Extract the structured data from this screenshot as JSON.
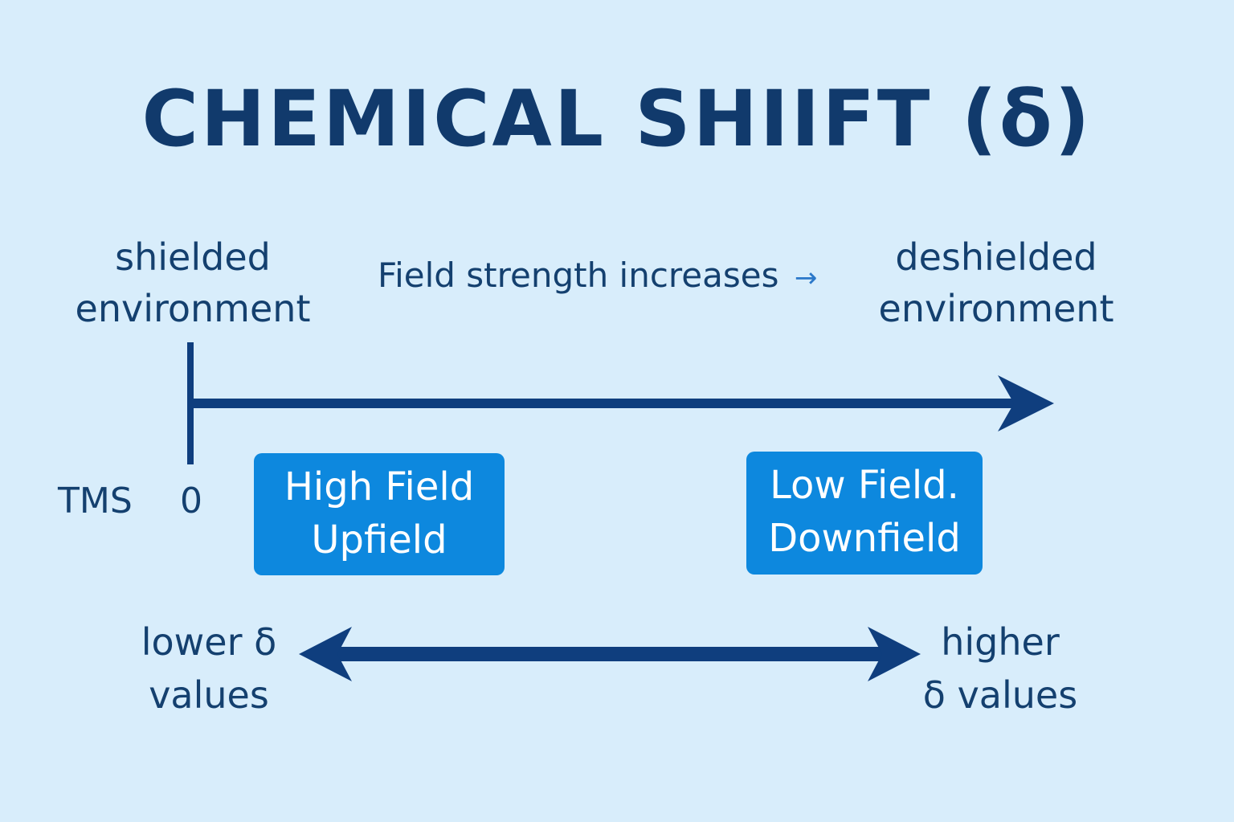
{
  "title": "CHEMICAL SHIIFT (δ)",
  "labels": {
    "left_env_line1": "shielded",
    "left_env_line2": "environment",
    "right_env_line1": "deshielded",
    "right_env_line2": "environment",
    "field_note": "Field strength increases",
    "field_note_arrow": "→",
    "tms": "TMS",
    "zero": "0",
    "lower_line1": "lower δ",
    "lower_line2": "values",
    "higher_line1": "higher",
    "higher_line2": "δ values"
  },
  "boxes": {
    "high_line1": "High Field",
    "high_line2": "Upfield",
    "low_line1": "Low Field.",
    "low_line2": "Downfield"
  },
  "colors": {
    "background": "#d8edfb",
    "text": "#123c6e",
    "box": "#0d88de",
    "arrow": "#0f3e7e"
  }
}
